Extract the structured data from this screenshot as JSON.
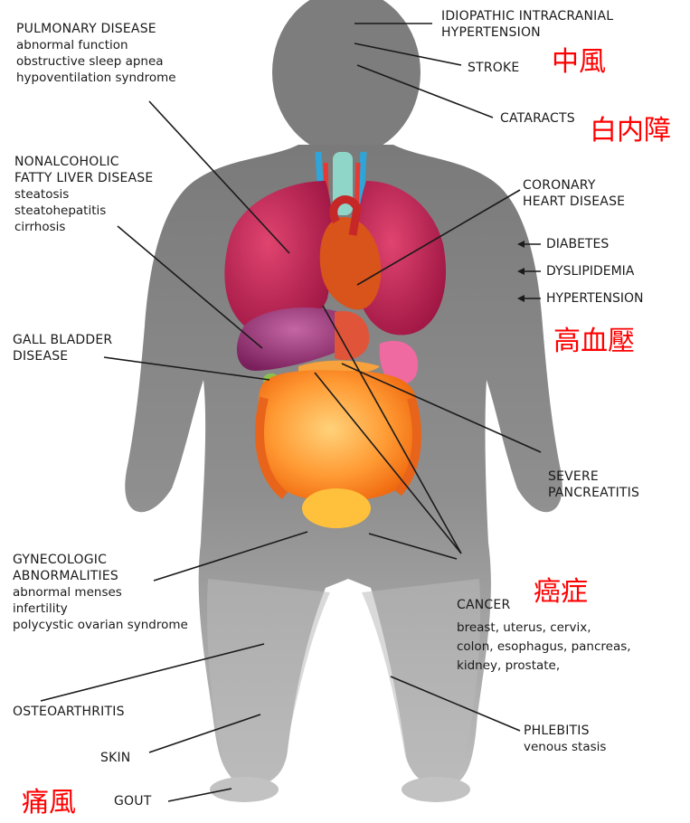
{
  "labels": {
    "pulmonary": {
      "head": "PULMONARY DISEASE",
      "items": [
        "abnormal function",
        "obstructive sleep apnea",
        "hypoventilation syndrome"
      ]
    },
    "idiopathic": {
      "lines": [
        "IDIOPATHIC INTRACRANIAL",
        "HYPERTENSION"
      ]
    },
    "stroke": "STROKE",
    "cataracts": "CATARACTS",
    "nafld": {
      "lines": [
        "NONALCOHOLIC",
        "FATTY LIVER DISEASE"
      ],
      "items": [
        "steatosis",
        "steatohepatitis",
        "cirrhosis"
      ]
    },
    "coronary": {
      "lines": [
        "CORONARY",
        "HEART DISEASE"
      ]
    },
    "diabetes": "DIABETES",
    "dyslipidemia": "DYSLIPIDEMIA",
    "hypertension": "HYPERTENSION",
    "gallbladder": {
      "lines": [
        "GALL BLADDER",
        "DISEASE"
      ]
    },
    "pancreatitis": {
      "lines": [
        "SEVERE",
        "PANCREATITIS"
      ]
    },
    "gynecologic": {
      "lines": [
        "GYNECOLOGIC",
        "ABNORMALITIES"
      ],
      "items": [
        "abnormal menses",
        "infertility",
        "polycystic ovarian syndrome"
      ]
    },
    "cancer": {
      "head": "CANCER",
      "items": [
        "breast, uterus, cervix,",
        "colon, esophagus, pancreas,",
        "kidney, prostate,"
      ]
    },
    "osteoarthritis": "OSTEOARTHRITIS",
    "skin": "SKIN",
    "phlebitis": {
      "head": "PHLEBITIS",
      "items": [
        "venous stasis"
      ]
    },
    "gout": "GOUT"
  },
  "chinese": {
    "stroke": "中風",
    "cataracts": "白内障",
    "hypertension": "高血壓",
    "cancer": "癌症",
    "gout": "痛風"
  },
  "colors": {
    "silhouette": "#8c8c8c",
    "silhouette_light": "#b3b3b3",
    "lungs": "#c2185b",
    "liver": "#8e2a6e",
    "intestines": "#ff8c1a",
    "heart": "#d84315",
    "annotation_red": "#ff0000"
  }
}
